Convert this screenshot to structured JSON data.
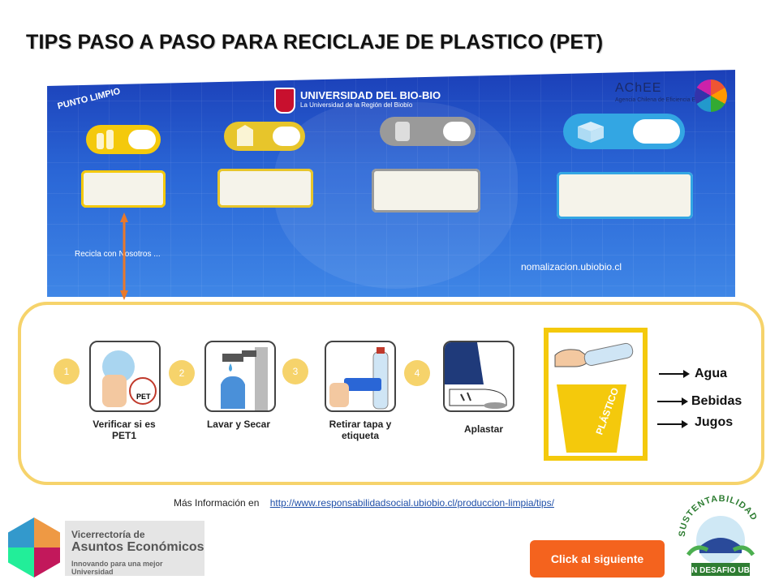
{
  "title": "TIPS PASO A PASO PARA RECICLAJE DE PLASTICO (PET)",
  "banner": {
    "punto_limpio": "PUNTO LIMPIO",
    "university_name": "UNIVERSIDAD DEL BIO-BIO",
    "university_tagline": "La Universidad de la Región del Biobío",
    "achee_name": "AChEE",
    "achee_tagline": "Agencia Chilena de Eficiencia Energética",
    "recicla": "Recicla con Nosotros ...",
    "url": "nomalizacion.ubiobio.cl",
    "pill_colors": [
      "#f4c90c",
      "#e7c52b",
      "#9a9a9a",
      "#33a6e3"
    ]
  },
  "steps": [
    {
      "number": "1",
      "label": "Verificar si es PET1",
      "icon": "pet1-bottle-icon"
    },
    {
      "number": "2",
      "label": "Lavar y Secar",
      "icon": "faucet-icon"
    },
    {
      "number": "3",
      "label": "Retirar tapa y etiqueta",
      "icon": "remove-label-icon"
    },
    {
      "number": "4",
      "label": "Aplastar",
      "icon": "crush-bottle-icon"
    }
  ],
  "bin": {
    "label": "PLÁSTICO",
    "icon": "plastic-bin-icon"
  },
  "tags": [
    "Agua",
    "Bebidas",
    "Jugos"
  ],
  "info": {
    "label": "Más Información  en",
    "link": "http://www.responsabilidadsocial.ubiobio.cl/produccion-limpia/tips/"
  },
  "vicerrectoria": {
    "line1": "Vicerrectoría de",
    "line2": "Asuntos Económicos",
    "line3": "Innovando para una mejor Universidad"
  },
  "next_button": "Click al siguiente",
  "sustentabilidad": {
    "top": "SUSTENTABILIDAD",
    "bottom": "UN DESAFIO UBB"
  },
  "colors": {
    "accent_yellow": "#f6d36b",
    "button_orange": "#f4631e",
    "arrow_orange": "#e8792b"
  }
}
